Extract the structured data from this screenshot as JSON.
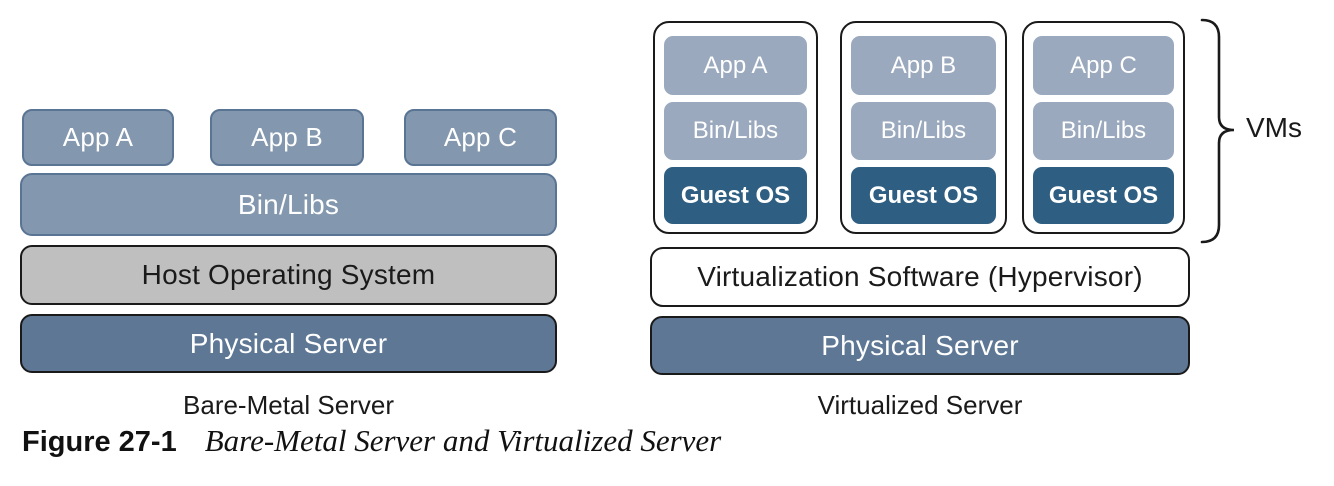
{
  "bare_metal": {
    "apps": [
      {
        "label": "App A"
      },
      {
        "label": "App B"
      },
      {
        "label": "App C"
      }
    ],
    "bin_libs": "Bin/Libs",
    "host_os": "Host Operating System",
    "physical": "Physical Server",
    "caption": "Bare-Metal Server"
  },
  "virtualized": {
    "vms": [
      {
        "app": "App A",
        "bin": "Bin/Libs",
        "os": "Guest OS"
      },
      {
        "app": "App B",
        "bin": "Bin/Libs",
        "os": "Guest OS"
      },
      {
        "app": "App C",
        "bin": "Bin/Libs",
        "os": "Guest OS"
      }
    ],
    "vms_label": "VMs",
    "hypervisor": "Virtualization Software (Hypervisor)",
    "physical": "Physical Server",
    "caption": "Virtualized Server"
  },
  "figure_caption": {
    "number": "Figure 27-1",
    "title": "Bare-Metal Server and Virtualized Server"
  },
  "colors": {
    "app_box_fill": "#8397ae",
    "app_box_border": "#5a7494",
    "vm_inner_fill": "#9aa9be",
    "guest_os_fill": "#2e5e81",
    "host_os_fill": "#bfbfbf",
    "physical_server_fill": "#5d7795",
    "outline": "#1a1a1a",
    "box_text_light": "#ffffff",
    "box_text_dark": "#1a1a1a"
  }
}
